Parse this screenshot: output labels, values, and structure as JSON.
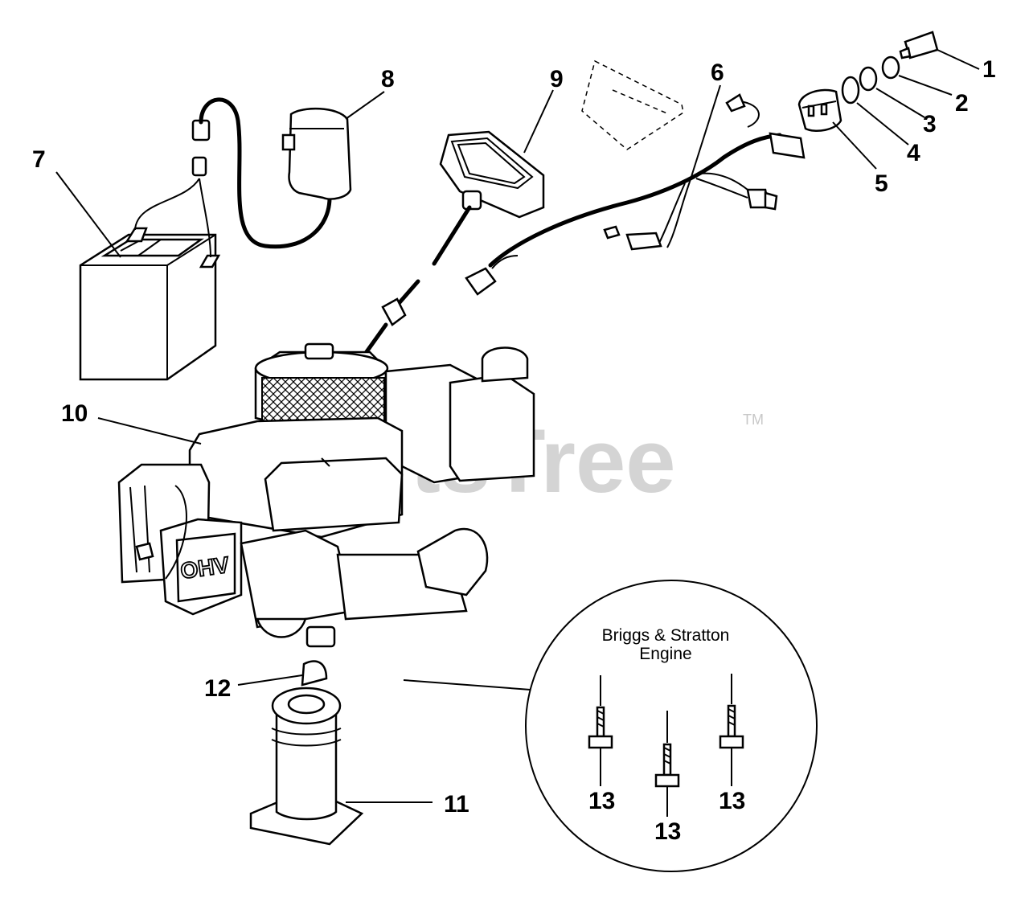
{
  "watermark": {
    "text": "PartsTree",
    "tm": "TM"
  },
  "callouts": [
    "1",
    "2",
    "3",
    "4",
    "5",
    "6",
    "7",
    "8",
    "9",
    "10",
    "11",
    "12",
    "13",
    "13",
    "13"
  ],
  "inset": {
    "line1": "Briggs & Stratton",
    "line2": "Engine"
  },
  "engine_label": "OHV",
  "colors": {
    "ink": "#000000",
    "watermark": "#d4d4d4",
    "background": "#ffffff"
  }
}
